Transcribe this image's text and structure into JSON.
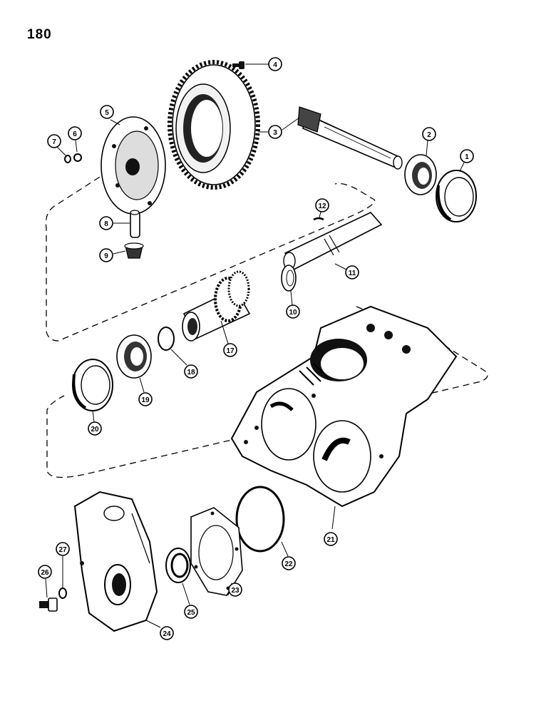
{
  "page": {
    "number": "180"
  },
  "callouts": [
    "1",
    "2",
    "3",
    "4",
    "5",
    "6",
    "7",
    "8",
    "9",
    "10",
    "11",
    "12",
    "17",
    "18",
    "19",
    "20",
    "21",
    "22",
    "23",
    "24",
    "25",
    "26",
    "27"
  ],
  "colors": {
    "line": "#000000",
    "background": "#ffffff"
  }
}
